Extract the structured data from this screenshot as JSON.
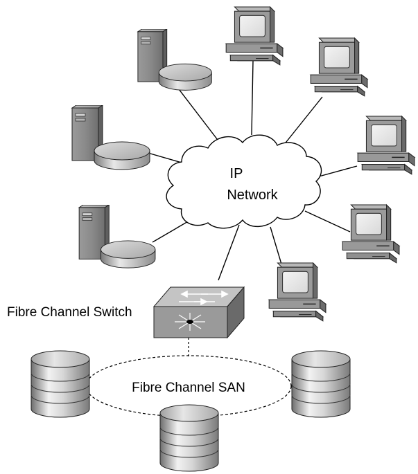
{
  "diagram": {
    "cloud_label_line1": "IP",
    "cloud_label_line2": "Network",
    "switch_label": "Fibre Channel Switch",
    "san_label": "Fibre Channel SAN"
  },
  "nodes": {
    "servers": [
      "server",
      "server",
      "server"
    ],
    "workstations": [
      "workstation",
      "workstation",
      "workstation",
      "workstation",
      "workstation"
    ],
    "storage": [
      "disk-array",
      "disk-array",
      "disk-array"
    ]
  }
}
